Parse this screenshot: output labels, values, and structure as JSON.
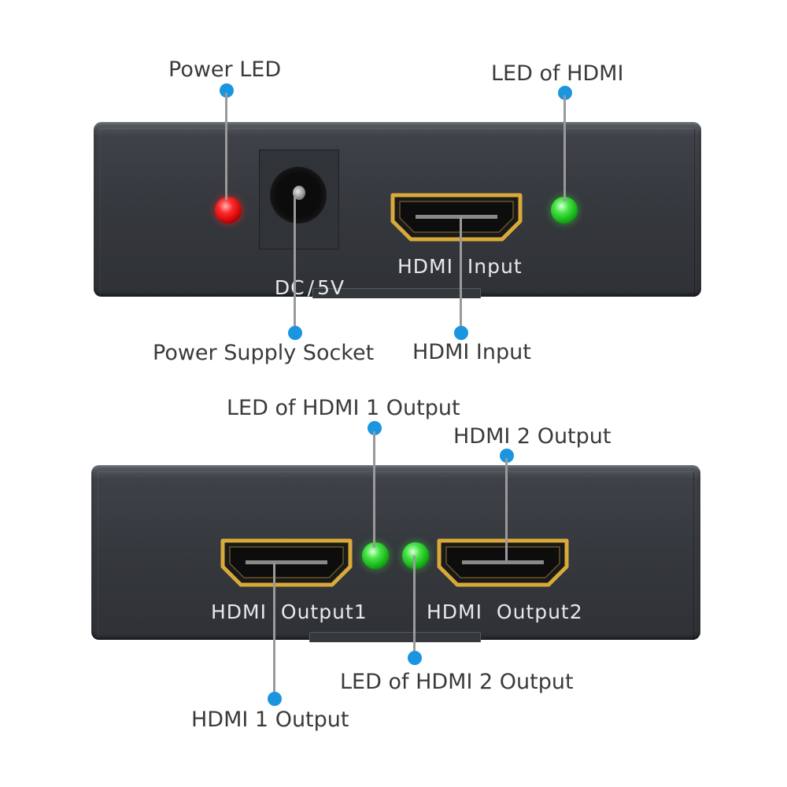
{
  "callouts": {
    "power_led": "Power LED",
    "led_of_hdmi": "LED of HDMI",
    "power_supply_socket": "Power Supply Socket",
    "hdmi_input": "HDMI Input",
    "led_hdmi1_output": "LED of HDMI 1 Output",
    "hdmi2_output": "HDMI 2 Output",
    "led_hdmi2_output": "LED of HDMI 2 Output",
    "hdmi1_output": "HDMI 1 Output"
  },
  "panel_labels": {
    "dc": "DC",
    "slash": "/",
    "five_v": "5V",
    "hdmi_input": "HDMI  Input",
    "hdmi_output1": "HDMI  Output1",
    "hdmi_output2": "HDMI  Output2"
  },
  "colors": {
    "callout_dot": "#1b95df",
    "callout_line": "#9a9a9a",
    "panel": "#35383d",
    "led_power": "#ff2a2a",
    "led_hdmi": "#45e545",
    "port_gold": "#d9a93a"
  }
}
